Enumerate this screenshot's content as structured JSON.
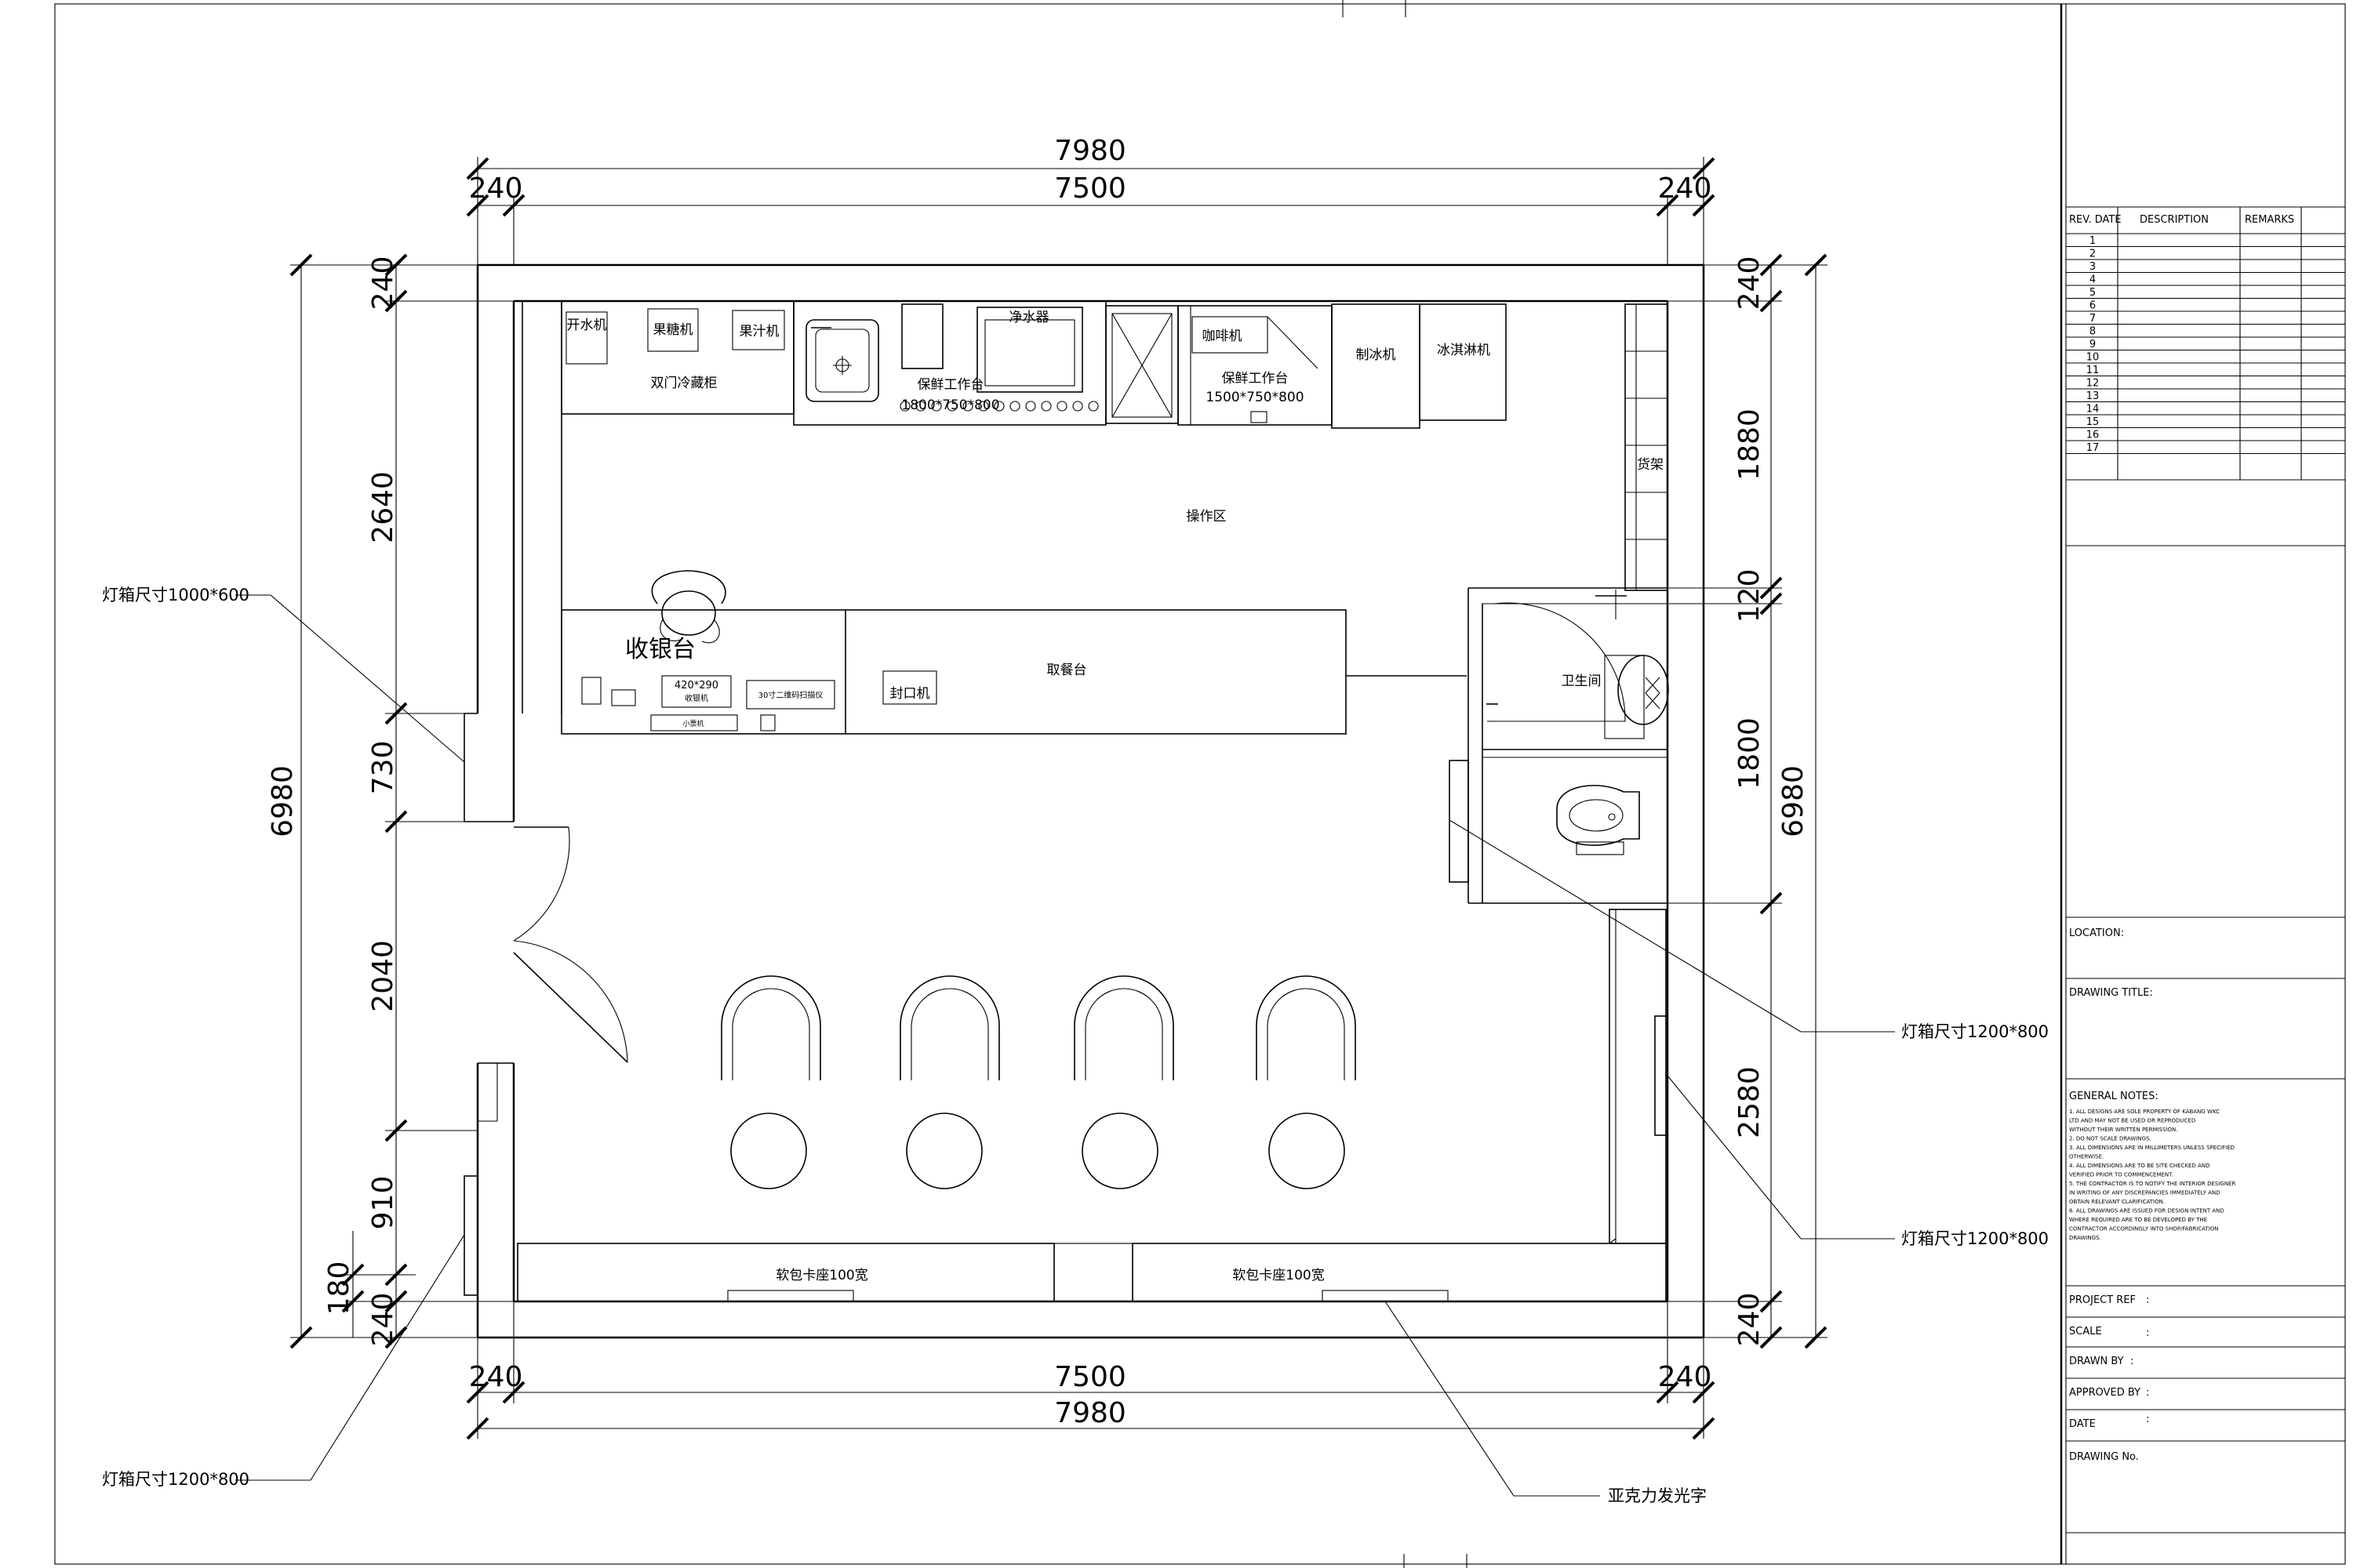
{
  "dimensions": {
    "top_overall": "7980",
    "top_inner": "7500",
    "top_left_wall": "240",
    "top_right_wall": "240",
    "bottom_overall": "7980",
    "bottom_inner": "7500",
    "bottom_left_wall": "240",
    "bottom_right_wall": "240",
    "left_overall": "6980",
    "left_segments": [
      "240",
      "2640",
      "730",
      "2040",
      "910",
      "180",
      "240"
    ],
    "right_overall": "6980",
    "right_segments": [
      "240",
      "1880",
      "120",
      "1800",
      "2580",
      "240"
    ]
  },
  "equipment": {
    "water_boiler": "开水机",
    "fruit_machine": "果糖机",
    "juicer": "果汁机",
    "double_fridge": "双门冷藏柜",
    "workbench_left": "保鲜工作台",
    "workbench_left_size": "1800*750*800",
    "water_purifier": "净水器",
    "coffee_machine": "咖啡机",
    "workbench_right": "保鲜工作台",
    "workbench_right_size": "1500*750*800",
    "ice_maker": "制冰机",
    "ice_cream_machine": "冰淇淋机",
    "shelf": "货架",
    "operation_area": "操作区",
    "cashier": "收银台",
    "cashier_size": "420*290",
    "cashier_sub": "收银机",
    "cashier_box": "30寸二维码扫描仪",
    "cashier_under": "小票机",
    "sealer": "封口机",
    "pickup_counter": "取餐台",
    "toilet": "卫生间",
    "bench_left": "软包卡座100宽",
    "bench_right": "软包卡座100宽"
  },
  "annotations": {
    "lightbox_left_top": "灯箱尺寸1000*600",
    "lightbox_left_bottom": "灯箱尺寸1200*800",
    "lightbox_right_top": "灯箱尺寸1200*800",
    "lightbox_right_mid": "灯箱尺寸1200*800",
    "acrylic_letters": "亚克力发光字"
  },
  "title_block": {
    "rev_date": "REV. DATE",
    "description": "DESCRIPTION",
    "remarks": "REMARKS",
    "rev_numbers": [
      "1",
      "2",
      "3",
      "4",
      "5",
      "6",
      "7",
      "8",
      "9",
      "10",
      "11",
      "12",
      "13",
      "14",
      "15",
      "16",
      "17"
    ],
    "location": "LOCATION:",
    "drawing_title": "DRAWING  TITLE:",
    "general_notes": "GENERAL NOTES:",
    "notes": [
      "1. ALL DESIGNS ARE SOLE PROPERTY OF KABANG WKC",
      "LTD AND MAY NOT BE USED OR REPRODUCED",
      "WITHOUT THEIR WRITTEN PERMISSION.",
      "2. DO NOT SCALE DRAWINGS.",
      "3. ALL DIMENSIONS ARE IN MILLIMETERS UNLESS SPECIFIED",
      "OTHERWISE.",
      "4. ALL DIMENSIONS ARE TO BE SITE CHECKED AND",
      "VERIFIED PRIOR TO COMMENCEMENT.",
      "5. THE CONTRACTOR IS TO NOTIFY THE INTERIOR DESIGNER",
      "IN WRITING OF ANY DISCREPANCIES IMMEDIATELY AND",
      "OBTAIN RELEVANT CLARIFICATION.",
      "6. ALL DRAWINGS ARE ISSUED FOR DESIGN INTENT AND",
      "WHERE REQUIRED ARE TO BE DEVELOPED BY THE",
      "CONTRACTOR ACCORDINGLY INTO SHOP/FABRICATION",
      "DRAWINGS."
    ],
    "project_ref": "PROJECT REF",
    "scale": "SCALE",
    "drawn_by": "DRAWN BY",
    "approved_by": "APPROVED BY",
    "date": "DATE",
    "drawing_no": "DRAWING No.",
    "colon": ":"
  }
}
